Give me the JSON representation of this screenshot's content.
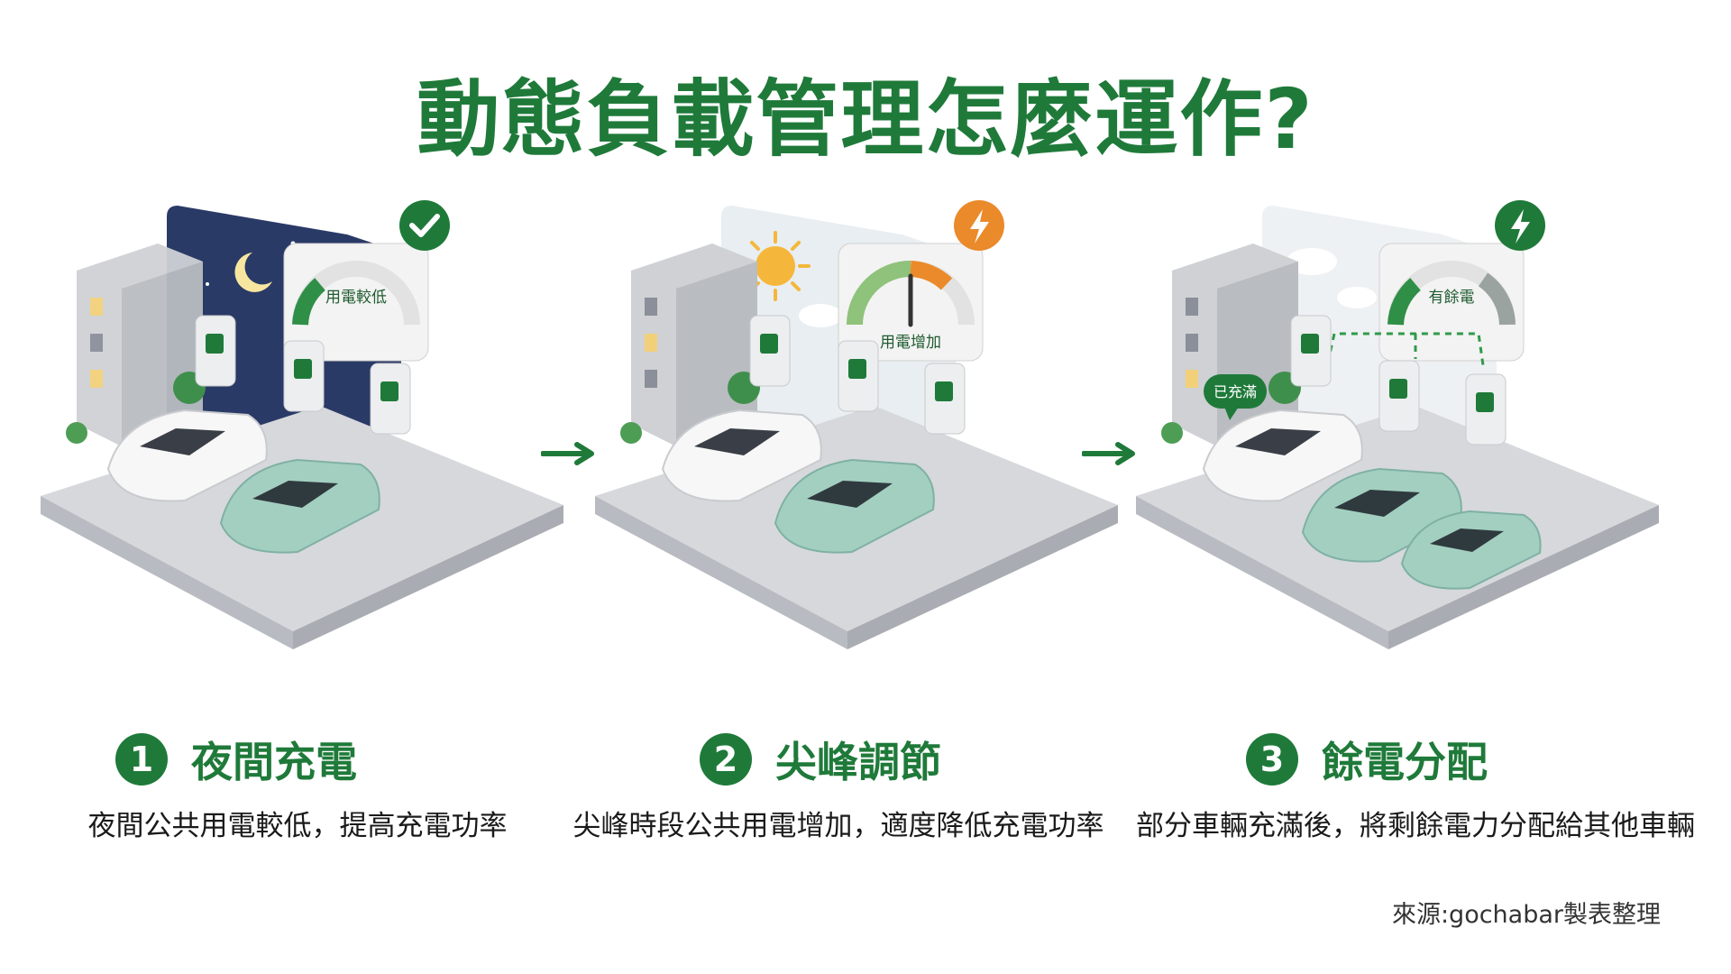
{
  "title": "動態負載管理怎麼運作?",
  "panels": [
    {
      "gauge_label": "用電較低",
      "badge_icon": "check-icon",
      "sky": "night",
      "step_number": "1",
      "step_title": "夜間充電",
      "step_desc": "夜間公共用電較低，提高充電功率"
    },
    {
      "gauge_label": "用電增加",
      "badge_icon": "lightning-icon",
      "sky": "day",
      "step_number": "2",
      "step_title": "尖峰調節",
      "step_desc": "尖峰時段公共用電增加，適度降低充電功率"
    },
    {
      "gauge_label": "有餘電",
      "badge_icon": "lightning-icon",
      "sky": "cloudy",
      "step_number": "3",
      "step_title": "餘電分配",
      "step_desc": "部分車輛充滿後，將剩餘電力分配給其他車輛",
      "callout": "已充滿"
    }
  ],
  "source": "來源:gochabar製表整理",
  "colors": {
    "brand_green": "#1f7a3a",
    "badge_orange": "#ea8a2a",
    "night_sky": "#2a3a66",
    "ev_teal": "#a3cfc0"
  }
}
